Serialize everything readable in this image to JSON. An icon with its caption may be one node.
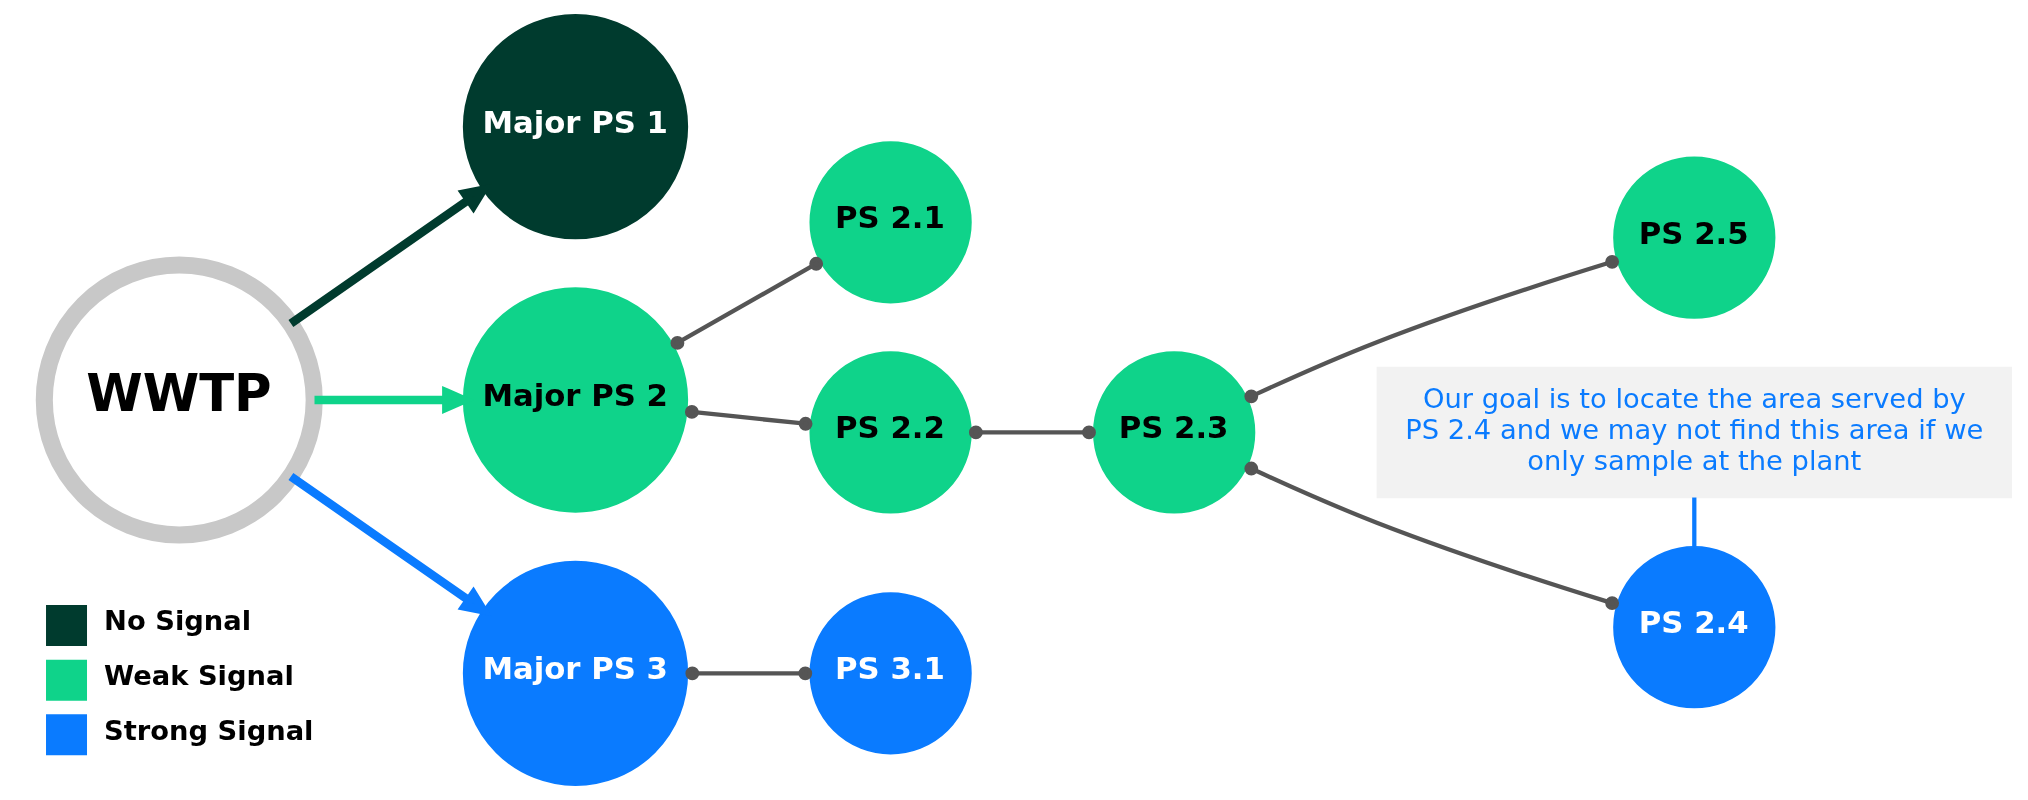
{
  "diagram": {
    "nodes": [
      {
        "text": [
          "WWTP"
        ]
      },
      {
        "text": [
          "Major PS 1"
        ]
      },
      {
        "text": [
          "Major PS 2"
        ]
      },
      {
        "text": [
          "Major PS 3"
        ]
      },
      {
        "text": [
          "PS 2.1"
        ]
      },
      {
        "text": [
          "PS 2.2"
        ]
      },
      {
        "text": [
          "PS 2.3"
        ]
      },
      {
        "text": [
          "PS 2.4"
        ]
      },
      {
        "text": [
          "PS 2.5"
        ]
      },
      {
        "text": [
          "PS 3.1"
        ]
      },
      {
        "text": [
          "Our goal is to locate the area served by PS 2.4 and we may not find this area if we only sample at the plant"
        ]
      }
    ],
    "edges": [
      {
        "from": 0,
        "to": 1,
        "arrow": "to",
        "style": "thick",
        "color": "#003b2e"
      },
      {
        "from": 0,
        "to": 2,
        "arrow": "to",
        "style": "thick",
        "color": "#0fd38a"
      },
      {
        "from": 0,
        "to": 3,
        "arrow": "to",
        "style": "thick",
        "color": "#0a7bff"
      },
      {
        "from": 2,
        "to": 4,
        "arrow": "other"
      },
      {
        "from": 2,
        "to": 5,
        "arrow": "other"
      },
      {
        "from": 5,
        "to": 6,
        "arrow": "other"
      },
      {
        "from": 6,
        "to": 7,
        "arrow": "other"
      },
      {
        "from": 6,
        "to": 8,
        "arrow": "other"
      },
      {
        "from": 3,
        "to": 9,
        "arrow": "other"
      },
      {
        "from": 10,
        "to": 7,
        "arrow": "none",
        "color": "#0a7bff"
      }
    ],
    "legend": [
      {
        "text": "No Signal",
        "color": "#003b2e"
      },
      {
        "text": "Weak Signal",
        "color": "#0fd38a"
      },
      {
        "text": "Strong Signal",
        "color": "#0a7bff"
      }
    ]
  }
}
